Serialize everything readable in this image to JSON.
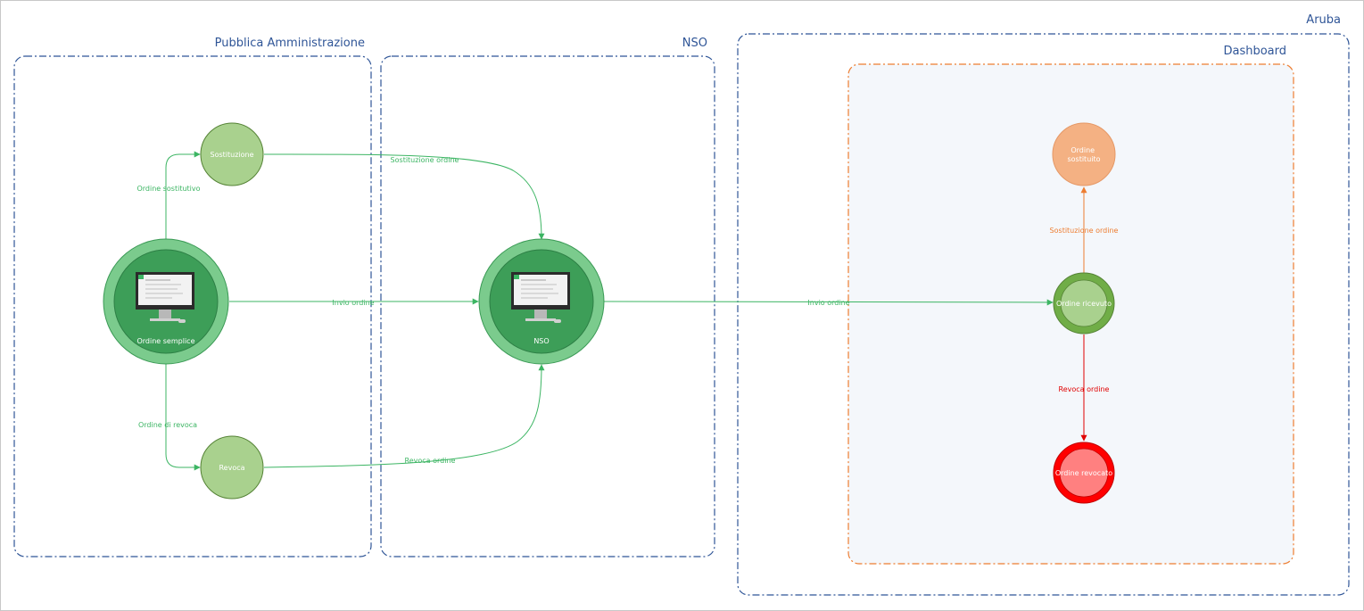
{
  "groups": {
    "outer": "Aruba",
    "pa": "Pubblica Amministrazione",
    "nso": "NSO",
    "aruba": "",
    "dashboard": "Dashboard"
  },
  "nodes": {
    "sostituzione": "Sostituzione",
    "ordine_semplice": "Ordine semplice",
    "revoca": "Revoca",
    "nso": "NSO",
    "ordine_sostituito": "Ordine sostituito",
    "ordine_ricevuto": "Ordine ricevuto",
    "ordine_revocato": "Ordine revocato"
  },
  "edges": {
    "ordine_sostitutivo": "Ordine sostitutivo",
    "ordine_di_revoca": "Ordine di revoca",
    "sostituzione_ordine_nso": "Sostituzione ordine",
    "invio_ordine_pa": "Invio ordine",
    "revoca_ordine_nso": "Revoca ordine",
    "invio_ordine_dashboard": "Invio ordine",
    "sostituzione_ordine_dashboard": "Sostituzione ordine",
    "revoca_ordine_dashboard": "Revoca ordine"
  },
  "colors": {
    "group_border": "#2f5597",
    "dashboard_border": "#ed7d31",
    "dashboard_fill": "#f4f7fb",
    "edge_green": "#3cb563",
    "edge_orange": "#ed7d31",
    "edge_red": "#e00000",
    "light_green_node": "#a9d18e",
    "dark_green_node": "#70ad47",
    "orange_node": "#f4b183",
    "red_node": "#ff0000"
  }
}
